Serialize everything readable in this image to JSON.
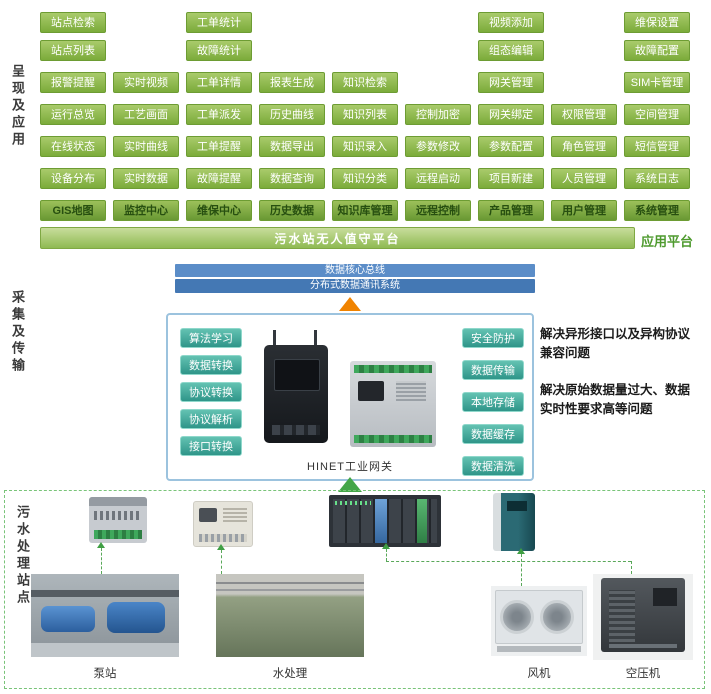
{
  "colors": {
    "feature_green": "#7bab3a",
    "platform_green": "#8fba52",
    "bus_blue": "#4f81bd",
    "gateway_teal": "#2f9589",
    "arrow_orange": "#f08300",
    "arrow_green": "#44a648",
    "dashed_border_green": "#79c479"
  },
  "sections": {
    "presentation": {
      "side_label": "呈现及应用",
      "right_label": "应用平台",
      "platform_bar": "污水站无人值守平台",
      "grid": [
        {
          "label": "站点检索",
          "c": 0,
          "r": 0
        },
        {
          "label": "站点列表",
          "c": 0,
          "r": 1
        },
        {
          "label": "报警提醒",
          "c": 0,
          "r": 2
        },
        {
          "label": "运行总览",
          "c": 0,
          "r": 3
        },
        {
          "label": "在线状态",
          "c": 0,
          "r": 4
        },
        {
          "label": "设备分布",
          "c": 0,
          "r": 5
        },
        {
          "label": "GIS地图",
          "c": 0,
          "r": 6,
          "hdr": true
        },
        {
          "label": "实时视频",
          "c": 1,
          "r": 2
        },
        {
          "label": "工艺画面",
          "c": 1,
          "r": 3
        },
        {
          "label": "实时曲线",
          "c": 1,
          "r": 4
        },
        {
          "label": "实时数据",
          "c": 1,
          "r": 5
        },
        {
          "label": "监控中心",
          "c": 1,
          "r": 6,
          "hdr": true
        },
        {
          "label": "工单统计",
          "c": 2,
          "r": 0
        },
        {
          "label": "故障统计",
          "c": 2,
          "r": 1
        },
        {
          "label": "工单详情",
          "c": 2,
          "r": 2
        },
        {
          "label": "工单派发",
          "c": 2,
          "r": 3
        },
        {
          "label": "工单提醒",
          "c": 2,
          "r": 4
        },
        {
          "label": "故障提醒",
          "c": 2,
          "r": 5
        },
        {
          "label": "维保中心",
          "c": 2,
          "r": 6,
          "hdr": true
        },
        {
          "label": "报表生成",
          "c": 3,
          "r": 2
        },
        {
          "label": "历史曲线",
          "c": 3,
          "r": 3
        },
        {
          "label": "数据导出",
          "c": 3,
          "r": 4
        },
        {
          "label": "数据查询",
          "c": 3,
          "r": 5
        },
        {
          "label": "历史数据",
          "c": 3,
          "r": 6,
          "hdr": true
        },
        {
          "label": "知识检索",
          "c": 4,
          "r": 2
        },
        {
          "label": "知识列表",
          "c": 4,
          "r": 3
        },
        {
          "label": "知识录入",
          "c": 4,
          "r": 4
        },
        {
          "label": "知识分类",
          "c": 4,
          "r": 5
        },
        {
          "label": "知识库管理",
          "c": 4,
          "r": 6,
          "hdr": true
        },
        {
          "label": "控制加密",
          "c": 5,
          "r": 3
        },
        {
          "label": "参数修改",
          "c": 5,
          "r": 4
        },
        {
          "label": "远程启动",
          "c": 5,
          "r": 5
        },
        {
          "label": "远程控制",
          "c": 5,
          "r": 6,
          "hdr": true
        },
        {
          "label": "视频添加",
          "c": 6,
          "r": 0
        },
        {
          "label": "组态编辑",
          "c": 6,
          "r": 1
        },
        {
          "label": "网关管理",
          "c": 6,
          "r": 2
        },
        {
          "label": "网关绑定",
          "c": 6,
          "r": 3
        },
        {
          "label": "参数配置",
          "c": 6,
          "r": 4
        },
        {
          "label": "项目新建",
          "c": 6,
          "r": 5
        },
        {
          "label": "产品管理",
          "c": 6,
          "r": 6,
          "hdr": true
        },
        {
          "label": "权限管理",
          "c": 7,
          "r": 3
        },
        {
          "label": "角色管理",
          "c": 7,
          "r": 4
        },
        {
          "label": "人员管理",
          "c": 7,
          "r": 5
        },
        {
          "label": "用户管理",
          "c": 7,
          "r": 6,
          "hdr": true
        },
        {
          "label": "维保设置",
          "c": 8,
          "r": 0
        },
        {
          "label": "故障配置",
          "c": 8,
          "r": 1
        },
        {
          "label": "SIM卡管理",
          "c": 8,
          "r": 2
        },
        {
          "label": "空间管理",
          "c": 8,
          "r": 3
        },
        {
          "label": "短信管理",
          "c": 8,
          "r": 4
        },
        {
          "label": "系统日志",
          "c": 8,
          "r": 5
        },
        {
          "label": "系统管理",
          "c": 8,
          "r": 6,
          "hdr": true
        }
      ]
    },
    "transmission": {
      "side_label": "采集及传输",
      "bus_bars": [
        "数据核心总线",
        "分布式数据通讯系统"
      ],
      "gateway": {
        "label": "HINET工业网关",
        "left_functions": [
          "算法学习",
          "数据转换",
          "协议转换",
          "协议解析",
          "接口转换"
        ],
        "right_functions": [
          "安全防护",
          "数据传输",
          "本地存储",
          "数据缓存",
          "数据清洗"
        ]
      },
      "notes": [
        "解决异形接口以及异构协议兼容问题",
        "解决原始数据量过大、数据实时性要求高等问题"
      ]
    },
    "stations": {
      "side_label": "污水处理站点",
      "site_labels": [
        "泵站",
        "水处理",
        "风机",
        "空压机"
      ]
    }
  }
}
